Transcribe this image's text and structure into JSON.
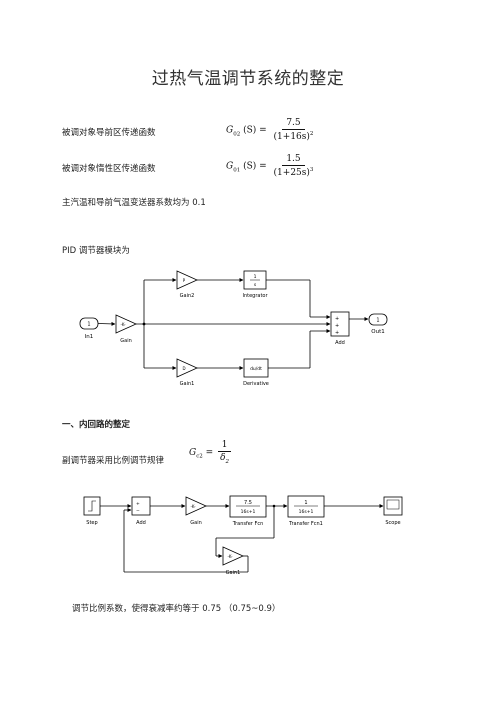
{
  "doc": {
    "title": "过热气温调节系统的整定",
    "line1_label": "被调对象导前区传递函数",
    "line2_label": "被调对象惰性区传递函数",
    "line3": "主汽温和导前气温变送器系数均为  0.1",
    "line4": "PID 调节器模块为",
    "section1": "一、内回路的整定",
    "line5_label": "副调节器采用比例调节规律",
    "line6": "调节比例系数，使得衰减率约等于 0.75    （0.75~0.9）"
  },
  "formulas": {
    "f1": {
      "lhs": "G",
      "sub": "02",
      "arg": "(S) =",
      "num": "7.5",
      "den": "(1+16s)",
      "pow": "2"
    },
    "f2": {
      "lhs": "G",
      "sub": "01",
      "arg": "(S) =",
      "num": "1.5",
      "den": "(1+25s)",
      "pow": "3"
    },
    "f3": {
      "lhs": "G",
      "sub": "c2",
      "eq": "=",
      "num": "1",
      "den": "δ",
      "densub": "2"
    }
  },
  "pid_diagram": {
    "in_port": "1",
    "in_label": "In1",
    "gain_label": "Gain",
    "gain2_label": "Gain2",
    "gain1_label": "Gain1",
    "integrator_top": "1",
    "integrator_bot": "s",
    "integrator_label": "Integrator",
    "derivative_text": "du/dt",
    "derivative_label": "Derivative",
    "add_label": "Add",
    "out_port": "1",
    "out_label": "Out1",
    "gain_sym": "-K-",
    "p_sym": "P",
    "d_sym": "D"
  },
  "loop_diagram": {
    "step_label": "Step",
    "add_label": "Add",
    "gain_label": "Gain",
    "gain_sym": "-K-",
    "tf1_num": "7.5",
    "tf1_den": "16s+1",
    "tf1_label": "Transfer Fcn",
    "tf2_num": "1",
    "tf2_den": "16s+1",
    "tf2_label": "Transfer Fcn1",
    "scope_label": "Scope",
    "gain1_label": "Gain1",
    "gain1_sym": "-K-"
  }
}
